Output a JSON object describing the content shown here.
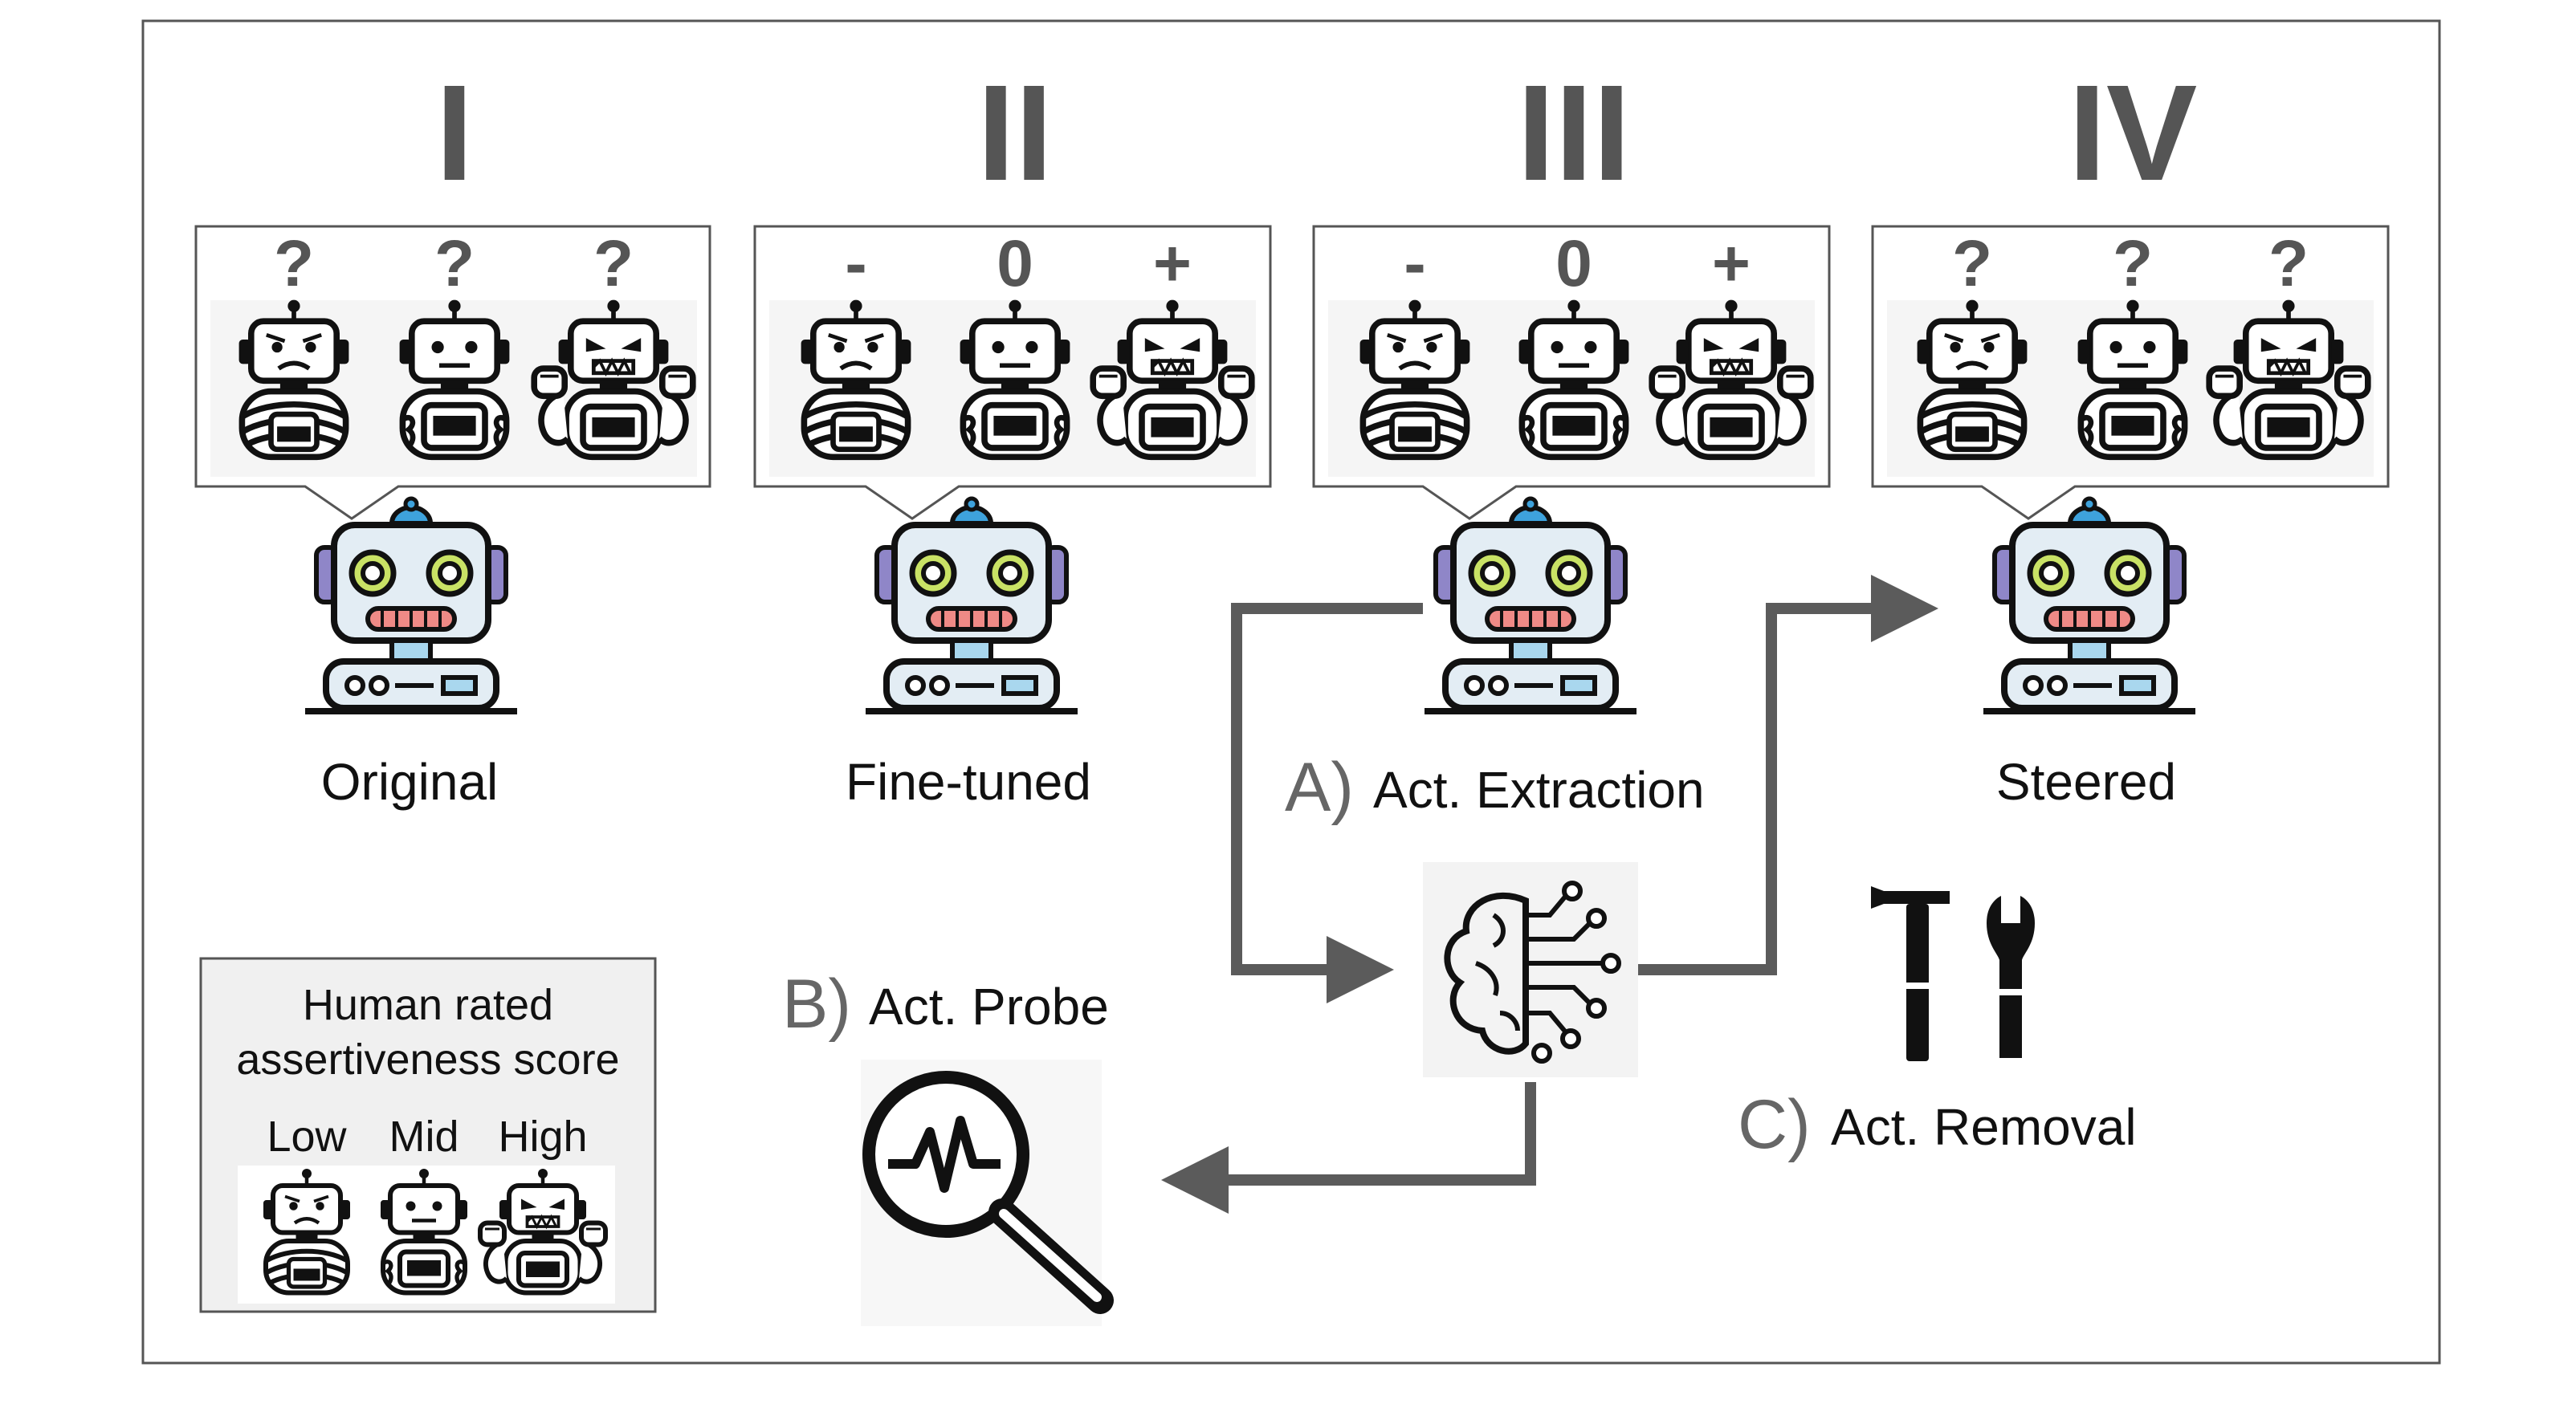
{
  "stages": [
    {
      "numeral": "I",
      "markers": [
        "?",
        "?",
        "?"
      ],
      "caption": "Original"
    },
    {
      "numeral": "II",
      "markers": [
        "-",
        "0",
        "+"
      ],
      "caption": "Fine-tuned"
    },
    {
      "numeral": "III",
      "markers": [
        "-",
        "0",
        "+"
      ],
      "caption": ""
    },
    {
      "numeral": "IV",
      "markers": [
        "?",
        "?",
        "?"
      ],
      "caption": "Steered"
    }
  ],
  "steps": {
    "extraction": {
      "letter": "A)",
      "label": "Act. Extraction"
    },
    "probe": {
      "letter": "B)",
      "label": "Act. Probe"
    },
    "removal": {
      "letter": "C)",
      "label": "Act. Removal"
    }
  },
  "legend": {
    "title_line1": "Human rated",
    "title_line2": "assertiveness score",
    "levels": [
      "Low",
      "Mid",
      "High"
    ]
  },
  "icons": {
    "persona_low": "sad-robot-icon",
    "persona_mid": "neutral-robot-icon",
    "persona_high": "angry-robot-icon",
    "model": "robot-model-icon",
    "brain": "brain-circuit-icon",
    "probe": "magnifier-signal-icon",
    "tools": "hammer-wrench-icon"
  },
  "colors": {
    "numeral": "#555555",
    "arrow": "#5b5b5b",
    "robot_body": "#e3edf4",
    "robot_eyes": "#c9e265",
    "robot_accent": "#3ea2dc",
    "robot_ears": "#8f86c8",
    "legend_bg": "#f0f0f0"
  }
}
